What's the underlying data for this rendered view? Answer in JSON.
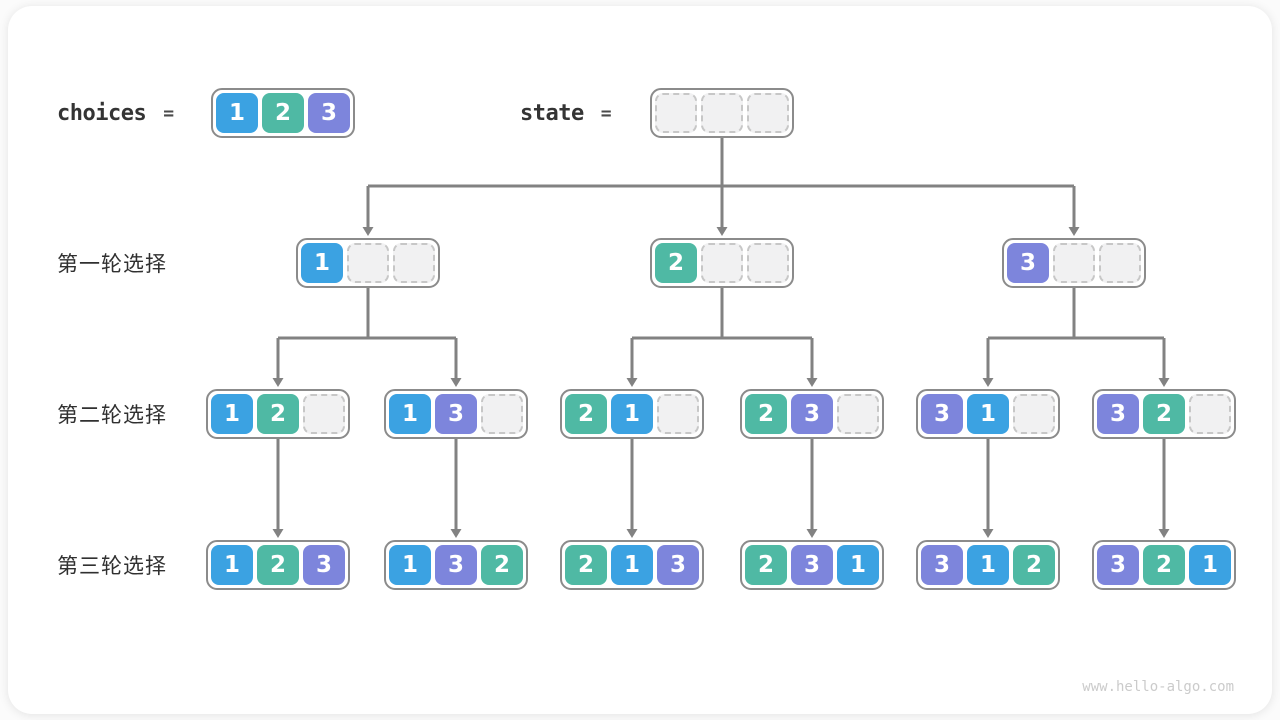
{
  "header": {
    "choices_label": "choices",
    "choices_equals": "=",
    "choices_values": [
      "1",
      "2",
      "3"
    ],
    "state_label": "state",
    "state_equals": "=",
    "state_values": [
      null,
      null,
      null
    ]
  },
  "rows": [
    {
      "label": "第一轮选择",
      "nodes": [
        [
          "1",
          null,
          null
        ],
        [
          "2",
          null,
          null
        ],
        [
          "3",
          null,
          null
        ]
      ]
    },
    {
      "label": "第二轮选择",
      "nodes": [
        [
          "1",
          "2",
          null
        ],
        [
          "1",
          "3",
          null
        ],
        [
          "2",
          "1",
          null
        ],
        [
          "2",
          "3",
          null
        ],
        [
          "3",
          "1",
          null
        ],
        [
          "3",
          "2",
          null
        ]
      ]
    },
    {
      "label": "第三轮选择",
      "nodes": [
        [
          "1",
          "2",
          "3"
        ],
        [
          "1",
          "3",
          "2"
        ],
        [
          "2",
          "1",
          "3"
        ],
        [
          "2",
          "3",
          "1"
        ],
        [
          "3",
          "1",
          "2"
        ],
        [
          "3",
          "2",
          "1"
        ]
      ]
    }
  ],
  "tree": {
    "root_to_row1": [
      0,
      1,
      2
    ],
    "row1_to_row2": [
      [
        0,
        1
      ],
      [
        2,
        3
      ],
      [
        4,
        5
      ]
    ],
    "row2_to_row3": [
      0,
      1,
      2,
      3,
      4,
      5
    ]
  },
  "palette": {
    "1": "#3ba2e2",
    "2": "#4fb9a4",
    "3": "#7d85dc"
  },
  "connector_color": "#828282",
  "watermark": "www.hello-algo.com"
}
